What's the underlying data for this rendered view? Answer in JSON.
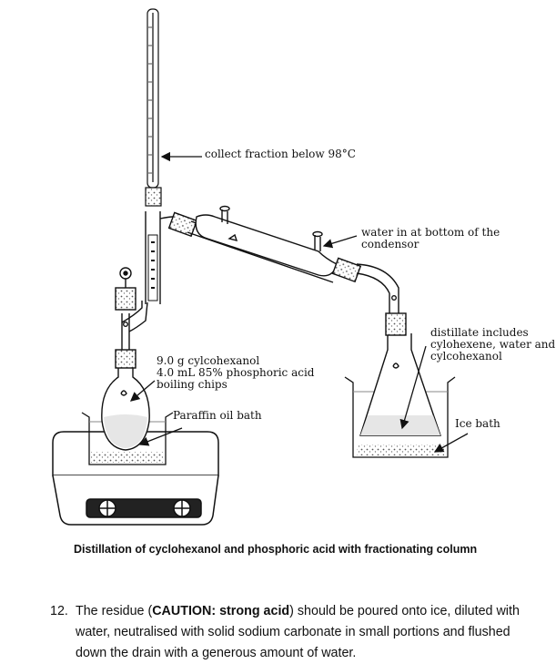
{
  "labels": {
    "fraction": "collect fraction below 98°C",
    "water_in": "water in at bottom of the condensor",
    "contents": [
      "9.0 g cylcohexanol",
      "4.0 mL 85% phosphoric acid",
      "boiling chips"
    ],
    "paraffin": "Paraffin oil bath",
    "distillate": [
      "distillate includes",
      "cylohexene, water and",
      "cylcohexanol"
    ],
    "ice_bath": "Ice bath"
  },
  "caption": "Distillation of cyclohexanol and phosphoric acid with fractionating column",
  "instruction": {
    "number": "12.",
    "text_1": "The residue (",
    "caution": "CAUTION: strong acid",
    "text_2": ") should be poured onto ice, diluted with water, neutralised with solid sodium carbonate in small portions and flushed down the drain with a generous amount of water."
  }
}
